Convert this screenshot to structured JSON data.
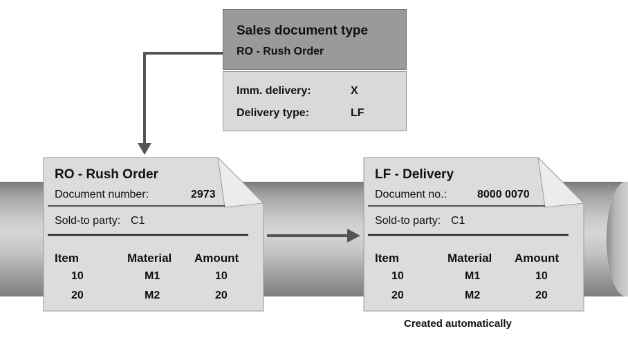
{
  "sales_doc_type": {
    "title": "Sales document type",
    "value": "RO - Rush Order",
    "settings": [
      {
        "label": "Imm. delivery:",
        "value": "X"
      },
      {
        "label": "Delivery type:",
        "value": "LF"
      }
    ]
  },
  "order": {
    "title": "RO - Rush Order",
    "number_label": "Document number:",
    "number_value": "2973",
    "sold_to_label": "Sold-to party:",
    "sold_to_value": "C1",
    "headers": [
      "Item",
      "Material",
      "Amount"
    ],
    "rows": [
      [
        "10",
        "M1",
        "10"
      ],
      [
        "20",
        "M2",
        "20"
      ]
    ]
  },
  "delivery": {
    "title": "LF - Delivery",
    "number_label": "Document no.:",
    "number_value": "8000 0070",
    "sold_to_label": "Sold-to party:",
    "sold_to_value": "C1",
    "headers": [
      "Item",
      "Material",
      "Amount"
    ],
    "rows": [
      [
        "10",
        "M1",
        "10"
      ],
      [
        "20",
        "M2",
        "20"
      ]
    ]
  },
  "caption": "Created automatically",
  "colors": {
    "type_box": "#9a9a9a",
    "settings_box": "#d9d9d9",
    "sheet": "#dcdcdc",
    "arrow": "#555555"
  }
}
